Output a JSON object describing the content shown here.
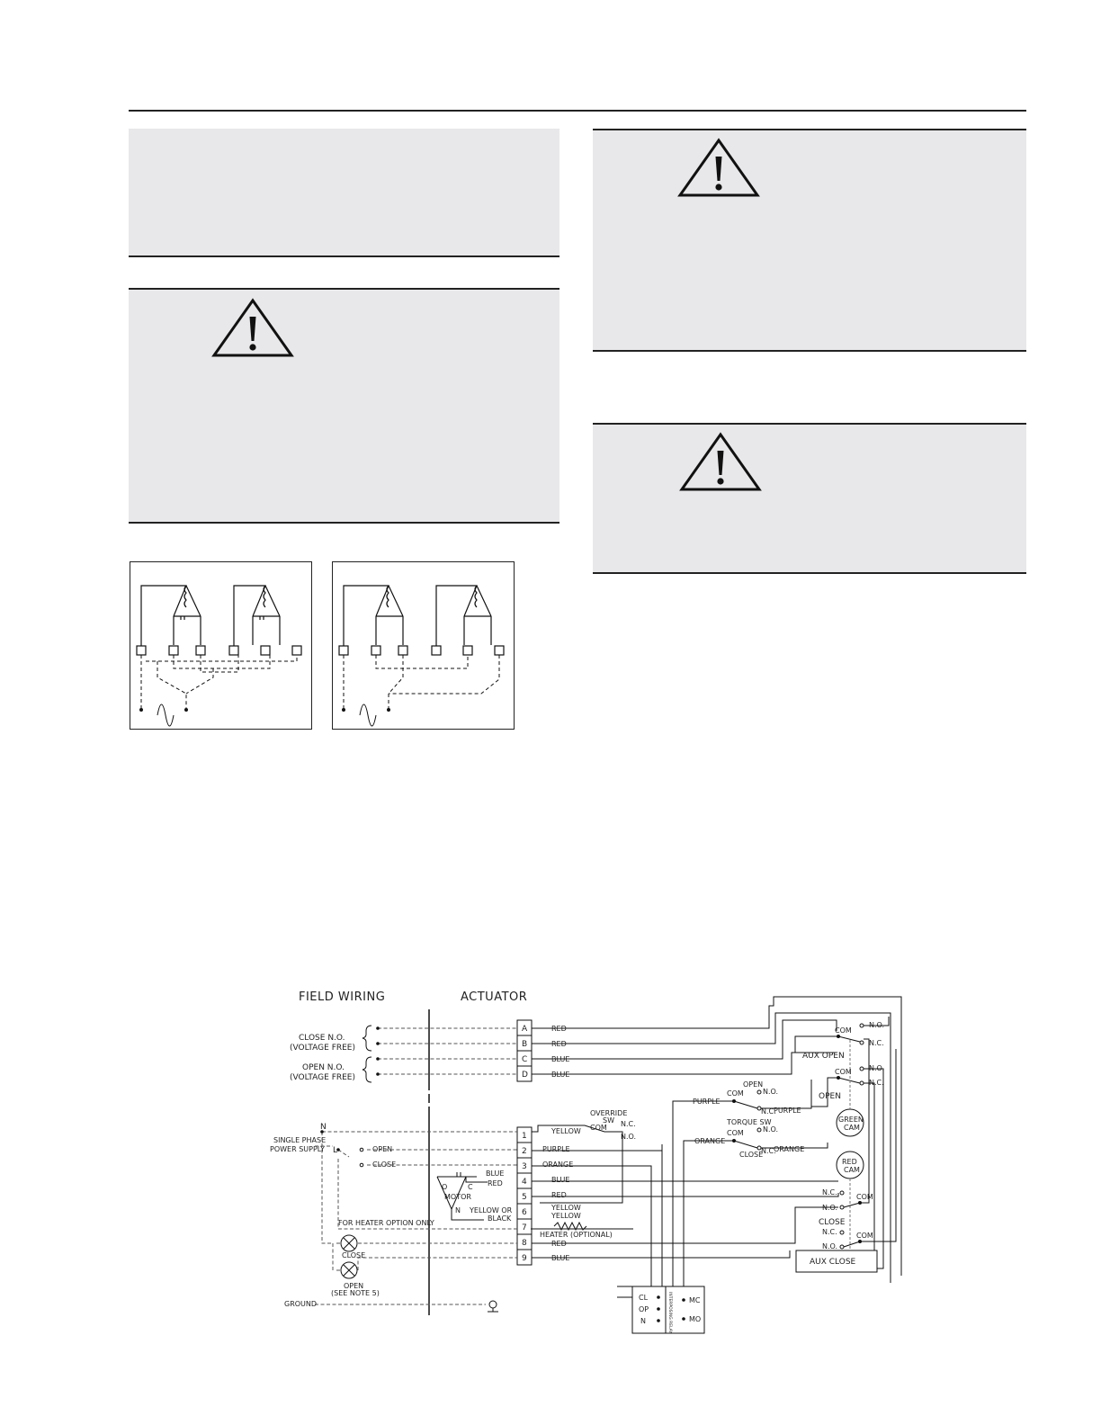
{
  "wiring_diagram": {
    "headers": {
      "field": "FIELD  WIRING",
      "actuator": "ACTUATOR"
    },
    "close_no": [
      "CLOSE N.O.",
      "(VOLTAGE FREE)"
    ],
    "open_no": [
      "OPEN  N.O.",
      "(VOLTAGE FREE)"
    ],
    "letter_terminals": [
      {
        "label": "A",
        "wire": "RED"
      },
      {
        "label": "B",
        "wire": "RED"
      },
      {
        "label": "C",
        "wire": "BLUE"
      },
      {
        "label": "D",
        "wire": "BLUE"
      }
    ],
    "num_terminals": [
      {
        "label": "1",
        "wire": "YELLOW"
      },
      {
        "label": "2",
        "wire": "PURPLE"
      },
      {
        "label": "3",
        "wire": "ORANGE"
      },
      {
        "label": "4",
        "wire": "BLUE"
      },
      {
        "label": "5",
        "wire": "RED"
      },
      {
        "label": "6",
        "wire": "YELLOW"
      },
      {
        "label": "7",
        "wire": ""
      },
      {
        "label": "8",
        "wire": "RED"
      },
      {
        "label": "9",
        "wire": "BLUE"
      }
    ],
    "supply": [
      "SINGLE  PHASE",
      "POWER  SUPPLY"
    ],
    "n": "N",
    "l": "L",
    "open_sw": "OPEN",
    "close_sw": "CLOSE",
    "heater_option": "FOR HEATER OPTION ONLY",
    "close_lamp": "CLOSE",
    "open_lamp": [
      "OPEN",
      "(SEE NOTE 5)"
    ],
    "ground": "GROUND",
    "motor": {
      "o": "O",
      "c": "C",
      "label": "MOTOR",
      "n": "N",
      "blue": "BLUE",
      "red": "RED",
      "yellow_or": "YELLOW OR",
      "black": "BLACK",
      "yellow2": "YELLOW"
    },
    "heater": "HEATER  (OPTIONAL)",
    "override": [
      "OVERRIDE",
      "SW"
    ],
    "com": "COM",
    "no": "N.O.",
    "nc": "N.C.",
    "torque_sw": "TORQUE  SW",
    "open_small": "OPEN",
    "close_small": "CLOSE",
    "purple": "PURPLE",
    "orange": "ORANGE",
    "aux_open": "AUX  OPEN",
    "aux_close": "AUX  CLOSE",
    "open_big": "OPEN",
    "close_big": "CLOSE",
    "green_cam": [
      "GREEN",
      "CAM"
    ],
    "red_cam": [
      "RED",
      "CAM"
    ],
    "relay_terminals": [
      "CL",
      "OP",
      "N"
    ],
    "mc": "MC",
    "mo": "MO",
    "relay_label": "INTERPOSING RELAY"
  }
}
